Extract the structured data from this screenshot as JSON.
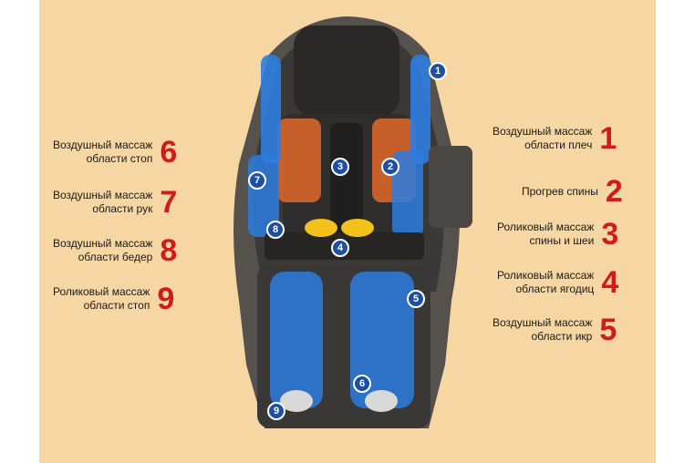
{
  "labels_left": [
    {
      "num": "6",
      "text": "Воздушный массаж\nобласти стоп"
    },
    {
      "num": "7",
      "text": "Воздушный массаж\nобласти рук"
    },
    {
      "num": "8",
      "text": "Воздушный массаж\nобласти бедер"
    },
    {
      "num": "9",
      "text": "Роликовый массаж\nобласти стоп"
    }
  ],
  "labels_right": [
    {
      "num": "1",
      "text": "Воздушный массаж\nобласти плеч"
    },
    {
      "num": "2",
      "text": "Прогрев спины"
    },
    {
      "num": "3",
      "text": "Роликовый массаж\nспины и шеи"
    },
    {
      "num": "4",
      "text": "Роликовый массаж\nобласти ягодиц"
    },
    {
      "num": "5",
      "text": "Воздушный массаж\nобласти икр"
    }
  ],
  "markers": [
    "1",
    "2",
    "3",
    "4",
    "5",
    "6",
    "7",
    "8",
    "9"
  ],
  "colors": {
    "background": "#f6d7a4",
    "accent": "#d11a1a",
    "marker": "#1e4fa1",
    "airbag": "#2d7de0",
    "heat": "#e0672a",
    "roller": "#f2c21a"
  }
}
